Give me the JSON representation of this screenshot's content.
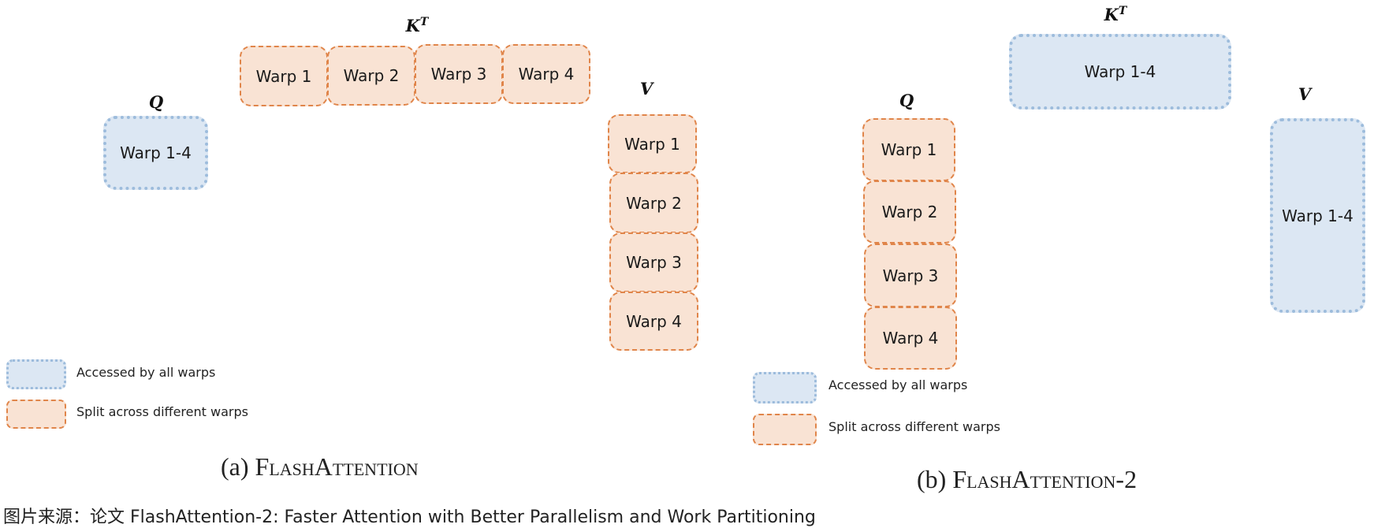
{
  "panel_a": {
    "labels": {
      "q": "Q",
      "k": "K",
      "k_sup": "T",
      "v": "V"
    },
    "q_block": "Warp 1-4",
    "k_blocks": [
      "Warp 1",
      "Warp 2",
      "Warp 3",
      "Warp 4"
    ],
    "v_blocks": [
      "Warp 1",
      "Warp 2",
      "Warp 3",
      "Warp 4"
    ],
    "legend": {
      "shared": "Accessed by all warps",
      "split": "Split across different warps"
    },
    "caption_prefix": "(a) ",
    "caption_name": "FlashAttention"
  },
  "panel_b": {
    "labels": {
      "q": "Q",
      "k": "K",
      "k_sup": "T",
      "v": "V"
    },
    "q_blocks": [
      "Warp 1",
      "Warp 2",
      "Warp 3",
      "Warp 4"
    ],
    "k_block": "Warp 1-4",
    "v_block": "Warp 1-4",
    "legend": {
      "shared": "Accessed by all warps",
      "split": "Split across different warps"
    },
    "caption_prefix": "(b) ",
    "caption_name": "FlashAttention-2"
  },
  "source_note": "图片来源：论文 FlashAttention-2: Faster Attention with Better Parallelism and Work Partitioning",
  "colors": {
    "split_fill": "#f9e3d4",
    "split_border": "#e0854a",
    "shared_fill": "#dce7f3",
    "shared_border": "#9dbcdc"
  }
}
